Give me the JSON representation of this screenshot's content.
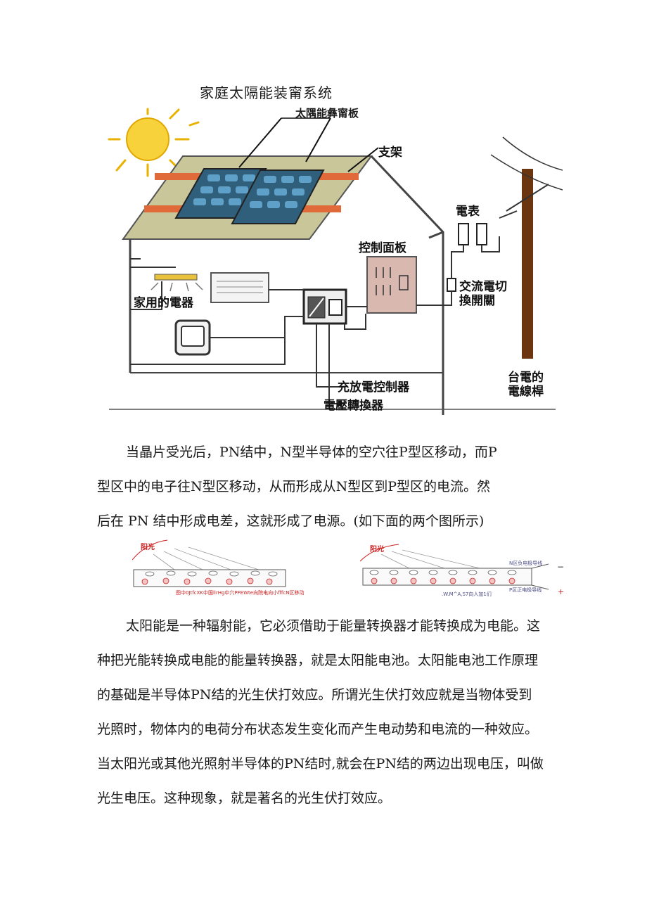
{
  "figure": {
    "title": "家庭太隔能装甯系统",
    "panel_label": "太隅能彝甯板",
    "bracket_label": "支架",
    "meter_label": "電表",
    "control_panel_label": "控制面板",
    "switch_label_line1": "交流電切",
    "switch_label_line2": "換開關",
    "appliance_label": "家用的電器",
    "charge_controller_label": "充放電控制器",
    "inverter_label": "電壓轉換器",
    "pole_label_line1": "台電的",
    "pole_label_line2": "電線桿"
  },
  "paragraph1": {
    "line1": "当晶片受光后，PN结中，N型半导体的空穴往P型区移动，而P",
    "line2": "型区中的电子往N型区移动，从而形成从N型区到P型区的电流。然",
    "line3": "后在 PN 结中形成电差，这就形成了电源。(如下面的两个图所示)"
  },
  "pn_figures": {
    "left_sun_label": "阳光",
    "left_caption": "图中0JtfcXK中国llrHg中穴PFEWte向院电向小fffcN区移动",
    "right_sun_label": "阳光",
    "right_top_label": "N区负电极导线",
    "right_caption": ".W.M^A,S7向人加1们",
    "right_bottom_label": "P区正电极导线",
    "minus_sign": "−",
    "plus_sign": "+"
  },
  "paragraph2": {
    "lines": [
      "太阳能是一种辐射能，它必须借助于能量转换器才能转换成为电能。这",
      "种把光能转换成电能的能量转换器，就是太阳能电池。太阳能电池工作原理",
      "的基础是半导体PN结的光生伏打效应。所谓光生伏打效应就是当物体受到",
      "光照时，物体内的电荷分布状态发生变化而产生电动势和电流的一种效应。",
      "当太阳光或其他光照射半导体的PN结时,就会在PN结的两边出现电压，叫做",
      "光生电压。这种现象，就是著名的光生伏打效应。"
    ]
  }
}
